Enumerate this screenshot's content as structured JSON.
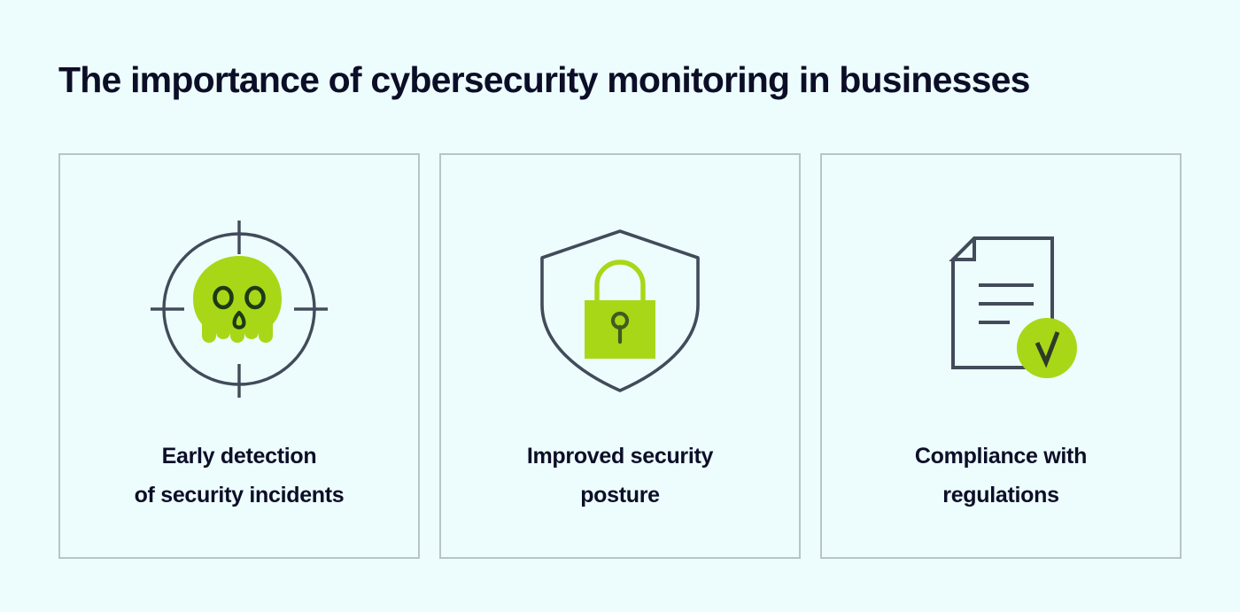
{
  "page": {
    "background_color": "#EDFCFC",
    "title": "The importance of cybersecurity monitoring in businesses",
    "title_color": "#0C0E28"
  },
  "theme": {
    "accent_green": "#A8D717",
    "outline_dark": "#414B5A",
    "card_border": "#B7C5C7",
    "text_dark": "#0C0E28"
  },
  "cards": [
    {
      "icon_name": "crosshair-skull-icon",
      "icon_parts": [
        "target-circle",
        "crosshair-ticks",
        "skull-shape",
        "skull-eyes",
        "skull-nose",
        "skull-teeth"
      ],
      "label": "Early detection\nof security incidents"
    },
    {
      "icon_name": "shield-padlock-icon",
      "icon_parts": [
        "shield-outline",
        "padlock-shackle",
        "padlock-body",
        "keyhole"
      ],
      "label": "Improved security\nposture"
    },
    {
      "icon_name": "document-check-icon",
      "icon_parts": [
        "document-outline",
        "folded-corner",
        "text-lines",
        "check-badge-circle",
        "check-mark"
      ],
      "label": "Compliance with\nregulations"
    }
  ]
}
